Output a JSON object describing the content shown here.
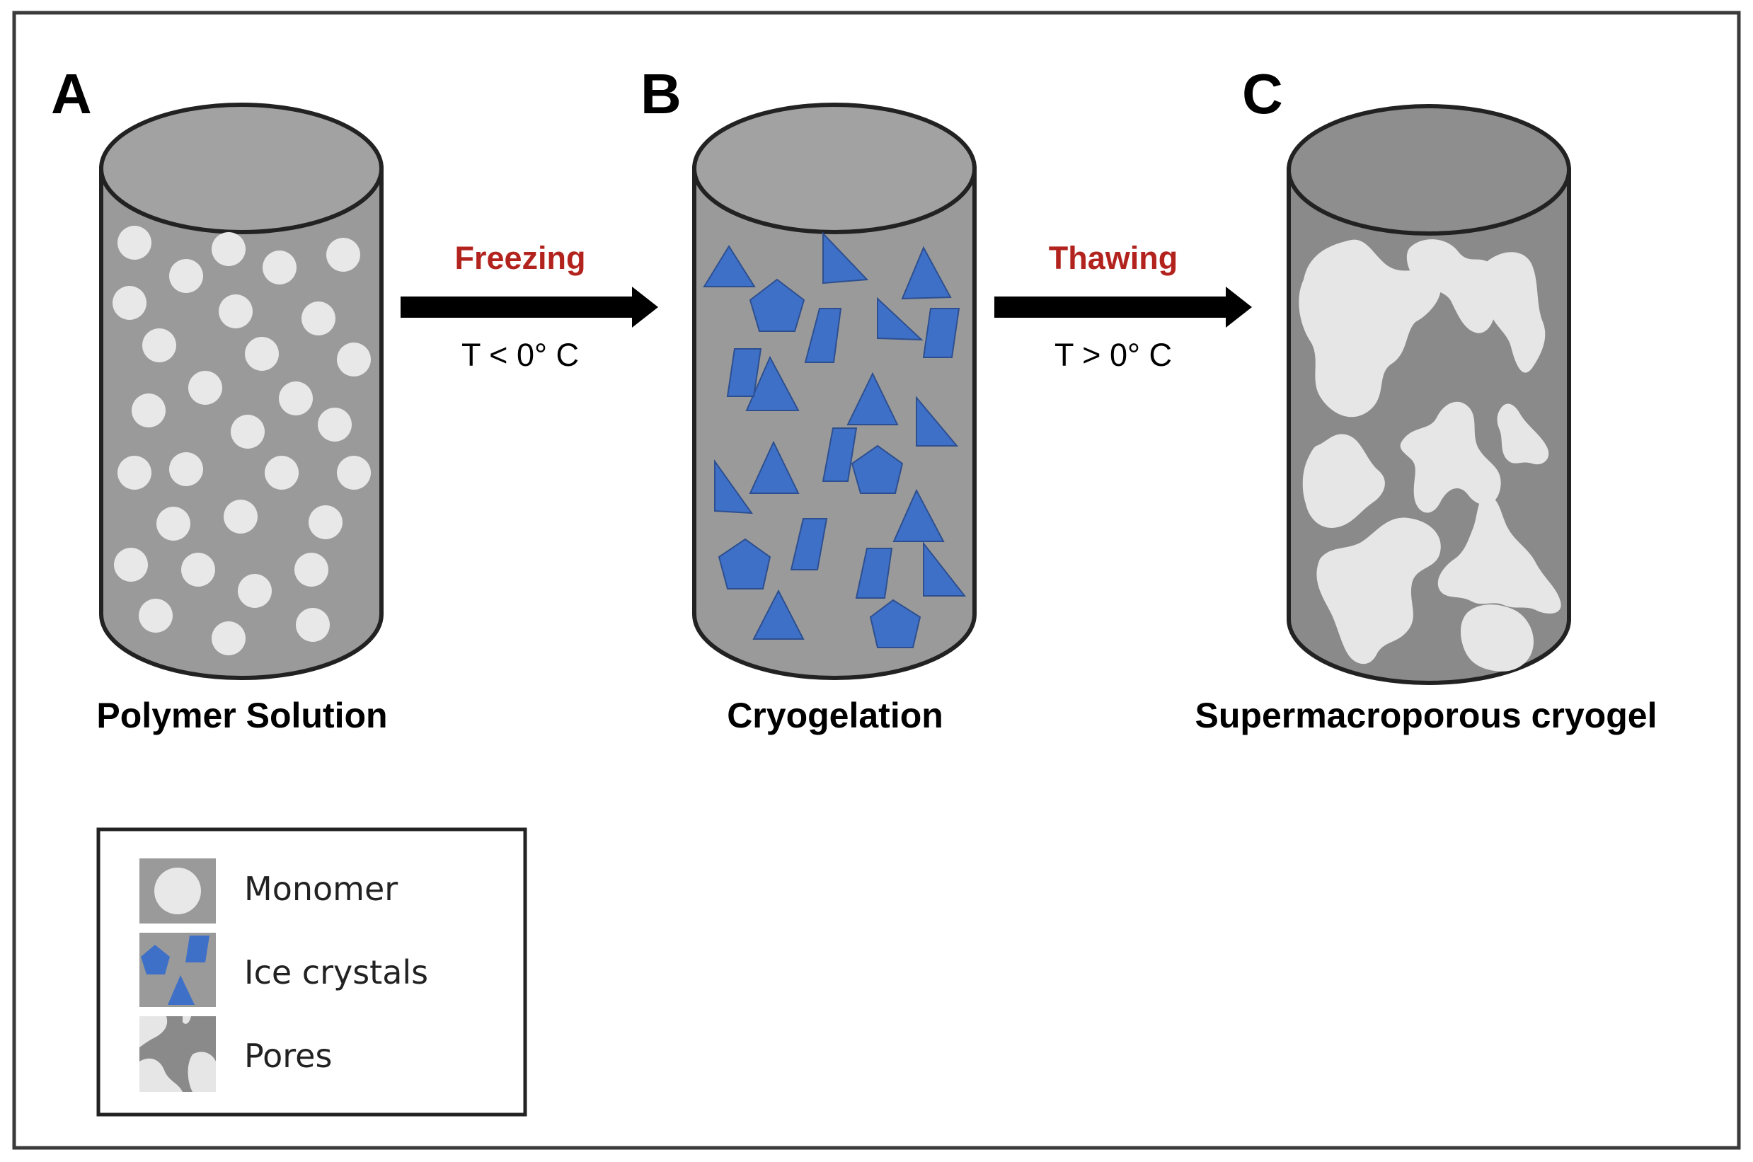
{
  "panels": [
    {
      "letter": "A",
      "caption": "Polymer Solution",
      "icon": "monomer-cylinder-icon"
    },
    {
      "letter": "B",
      "caption": "Cryogelation",
      "icon": "ice-crystal-cylinder-icon"
    },
    {
      "letter": "C",
      "caption": "Supermacroporous cryogel",
      "icon": "porous-cylinder-icon"
    }
  ],
  "steps": [
    {
      "label": "Freezing",
      "condition": "T < 0° C"
    },
    {
      "label": "Thawing",
      "condition": "T > 0° C"
    }
  ],
  "legend": {
    "items": [
      {
        "label": "Monomer",
        "icon": "monomer-icon"
      },
      {
        "label": "Ice crystals",
        "icon": "ice-crystals-icon"
      },
      {
        "label": "Pores",
        "icon": "pores-icon"
      }
    ]
  },
  "colors": {
    "cylinder_body": "#9a9a9a",
    "cylinder_dark": "#8a8a8a",
    "monomer": "#e8e8e8",
    "ice": "#3f70c8",
    "pore": "#e6e6e6",
    "step_label": "#b3231e",
    "arrow": "#000000"
  }
}
